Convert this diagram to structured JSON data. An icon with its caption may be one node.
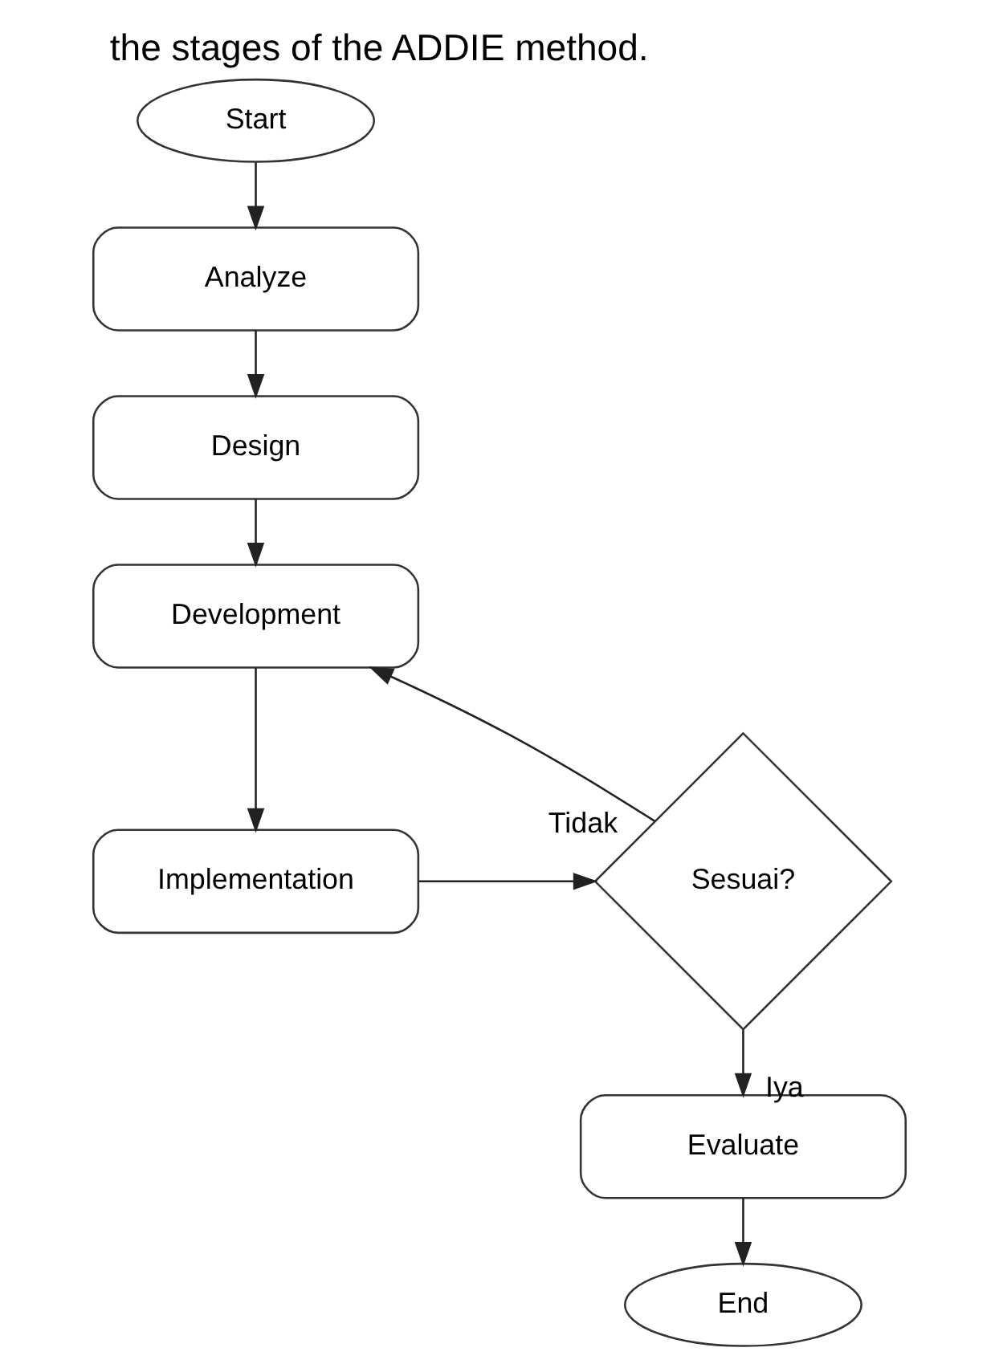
{
  "diagram": {
    "title": "the stages of the ADDIE method.",
    "nodes": [
      {
        "text": [
          "Start"
        ]
      },
      {
        "text": [
          "Analyze"
        ]
      },
      {
        "text": [
          "Design"
        ]
      },
      {
        "text": [
          "Development"
        ]
      },
      {
        "text": [
          "Implementation"
        ]
      },
      {
        "text": [
          "Sesuai?"
        ]
      },
      {
        "text": [
          "Evaluate"
        ]
      },
      {
        "text": [
          "End"
        ]
      }
    ],
    "edges": [
      {
        "from": 0,
        "to": 1,
        "arrow": "to"
      },
      {
        "from": 1,
        "to": 2,
        "arrow": "to"
      },
      {
        "from": 2,
        "to": 3,
        "arrow": "to"
      },
      {
        "from": 3,
        "to": 4,
        "arrow": "to"
      },
      {
        "from": 4,
        "to": 5,
        "arrow": "to"
      },
      {
        "from": 5,
        "to": 3,
        "label": "Tidak",
        "arrow": "to"
      },
      {
        "from": 5,
        "to": 6,
        "label": "Iya",
        "arrow": "to"
      },
      {
        "from": 6,
        "to": 7,
        "arrow": "to"
      }
    ]
  }
}
